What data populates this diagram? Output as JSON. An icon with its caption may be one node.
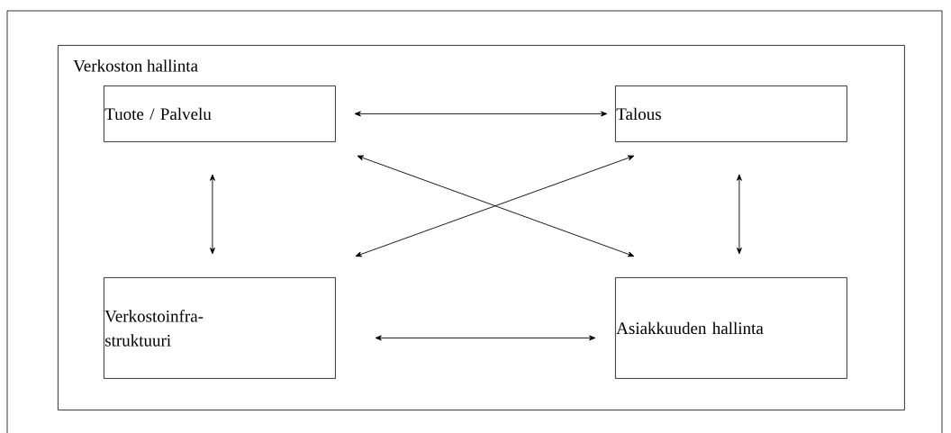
{
  "diagram": {
    "nodes": [
      {
        "text": [
          "Verkoston hallinta"
        ]
      },
      {
        "text": [
          "Tuote / Palvelu"
        ],
        "in": 0
      },
      {
        "text": [
          "Talous"
        ],
        "in": 0
      },
      {
        "text": [
          "Verkostoinfra- struktuuri"
        ],
        "in": 0
      },
      {
        "text": [
          "Asiakkuuden hallinta"
        ],
        "in": 0
      }
    ],
    "edges": [
      {
        "from": 1,
        "to": 2,
        "arrow": "both"
      },
      {
        "from": 1,
        "to": 4,
        "arrow": "both"
      },
      {
        "from": 2,
        "to": 3,
        "arrow": "both"
      },
      {
        "from": 1,
        "to": 3,
        "arrow": "both"
      },
      {
        "from": 2,
        "to": 4,
        "arrow": "both"
      },
      {
        "from": 3,
        "to": 4,
        "arrow": "both"
      }
    ]
  }
}
